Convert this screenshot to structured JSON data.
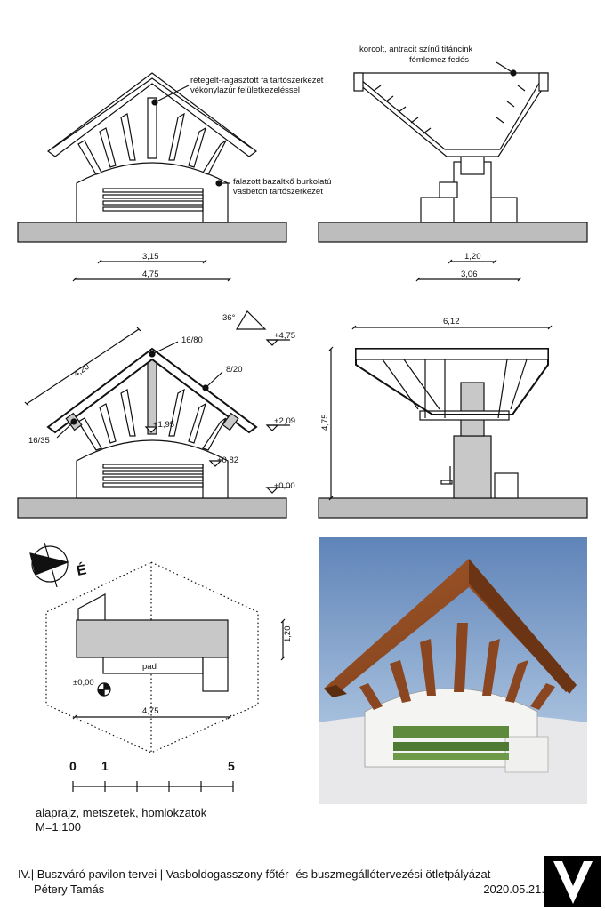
{
  "elevation": {
    "front_label_1": "rétegelt-ragasztott fa tartószerkezet",
    "front_label_2": "vékonylazúr felületkezeléssel",
    "front_label_3": "falazott bazaltkő burkolatú",
    "front_label_4": "vasbeton tartószerkezet",
    "side_label_1": "korcolt, antracit színű titáncink",
    "side_label_2": "fémlemez fedés",
    "dim_315": "3,15",
    "dim_475": "4,75",
    "dim_120": "1,20",
    "dim_306": "3,06"
  },
  "section": {
    "angle": "36°",
    "dim_420": "4,20",
    "beam_1680": "16/80",
    "beam_820": "8/20",
    "beam_1635": "16/35",
    "lvl_475": "+4,75",
    "lvl_209": "+2,09",
    "lvl_195": "+1,95",
    "lvl_082": "+0,82",
    "lvl_000": "±0,00",
    "dim_612": "6,12",
    "dim_475v": "4,75"
  },
  "plan": {
    "pad": "pad",
    "lvl": "±0,00",
    "dim_120": "1,20",
    "dim_475": "4,75",
    "north": "É"
  },
  "scale_bar": {
    "l0": "0",
    "l1": "1",
    "l5": "5"
  },
  "caption": {
    "line1": "alaprajz, metszetek, homlokzatok",
    "line2": "M=1:100"
  },
  "footer": {
    "title": "IV.| Buszváró pavilon tervei | Vasboldogasszony főtér- és buszmegállótervezési ötletpályázat",
    "author": "Pétery Tamás",
    "date": "2020.05.21."
  },
  "colors": {
    "ground": "#bdbdbd",
    "column": "#c8c8c8",
    "sky": "#7f9fc8",
    "wood": "#8e4a22",
    "bench": "#5e8a3e"
  }
}
